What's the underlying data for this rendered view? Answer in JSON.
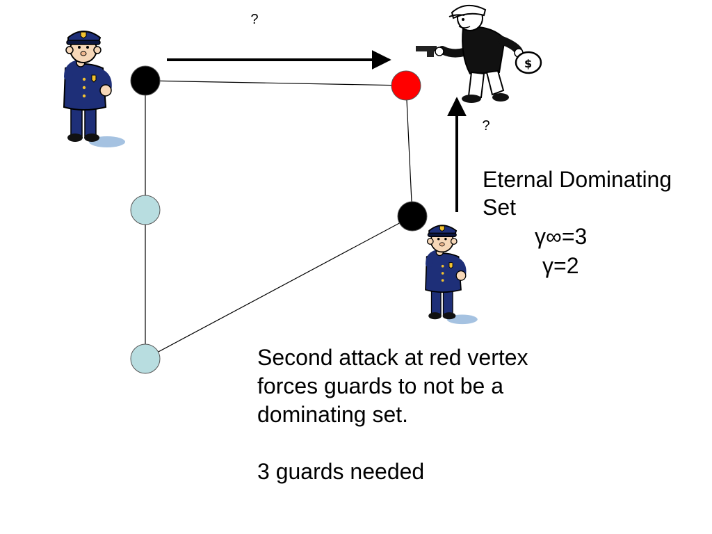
{
  "labels": {
    "question_top": "?",
    "question_right": "?",
    "title": "Eternal Dominating\nSet",
    "gamma_inf": "γ∞=3",
    "gamma": "γ=2",
    "note_line1": "Second attack at red vertex forces guards to not be a dominating set.",
    "note_line2": "3 guards needed"
  },
  "colors": {
    "guard_vertex": "#000000",
    "attacked_vertex": "#ff0000",
    "empty_vertex": "#b8dde0",
    "edge": "#000000",
    "uniform": "#1e2f78",
    "background": "#ffffff"
  },
  "graph": {
    "vertices": [
      {
        "id": "top-left",
        "state": "guard"
      },
      {
        "id": "top-right",
        "state": "attacked"
      },
      {
        "id": "mid-left",
        "state": "empty"
      },
      {
        "id": "mid-right",
        "state": "guard"
      },
      {
        "id": "bottom-left",
        "state": "empty"
      }
    ],
    "edges": [
      [
        "top-left",
        "top-right"
      ],
      [
        "top-left",
        "mid-left"
      ],
      [
        "mid-left",
        "bottom-left"
      ],
      [
        "top-right",
        "mid-right"
      ],
      [
        "mid-right",
        "bottom-left"
      ]
    ]
  },
  "figures": {
    "guard_icon": "police-officer-icon",
    "robber_icon": "robber-with-gun-icon"
  }
}
